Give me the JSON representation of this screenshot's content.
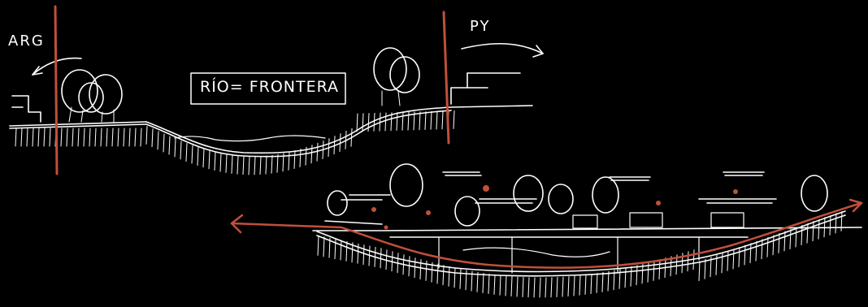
{
  "labels": {
    "left_country": "ARG",
    "right_country": "PY",
    "river_title": "RÍO= FRONTERA"
  },
  "colors": {
    "background": "#000000",
    "ink": "#ffffff",
    "accent": "#c0503a"
  }
}
